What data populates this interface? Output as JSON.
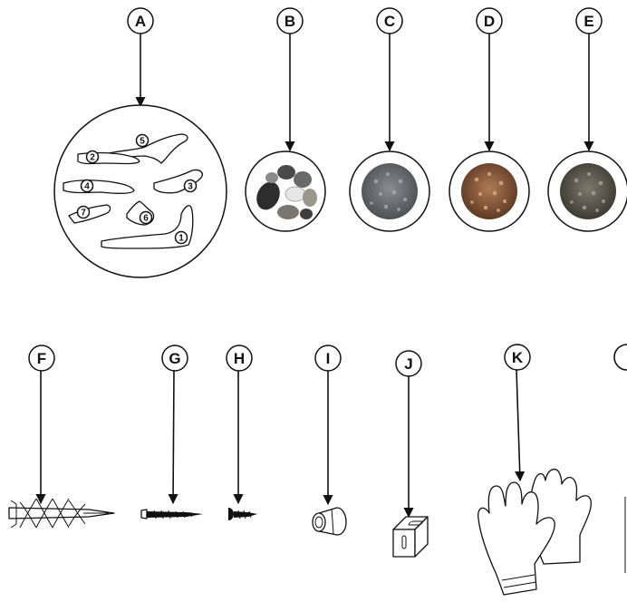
{
  "callouts": {
    "a": "A",
    "b": "B",
    "c": "C",
    "d": "D",
    "e": "E",
    "f": "F",
    "g": "G",
    "h": "H",
    "i": "I",
    "j": "J",
    "k": "K"
  },
  "driftwood_numbers": [
    "1",
    "2",
    "3",
    "4",
    "5",
    "6",
    "7"
  ],
  "colors": {
    "line": "#111111",
    "stones": "#5a5a5a",
    "gravel_c": "#6c6e72",
    "gravel_d": "#8a5a3c",
    "gravel_e": "#5b5a50"
  },
  "icons": [
    "driftwood-icon",
    "river-stones-icon",
    "gravel-icon",
    "wall-anchor-icon",
    "long-screw-icon",
    "short-screw-icon",
    "grommet-icon",
    "l-bracket-icon",
    "gloves-icon"
  ]
}
